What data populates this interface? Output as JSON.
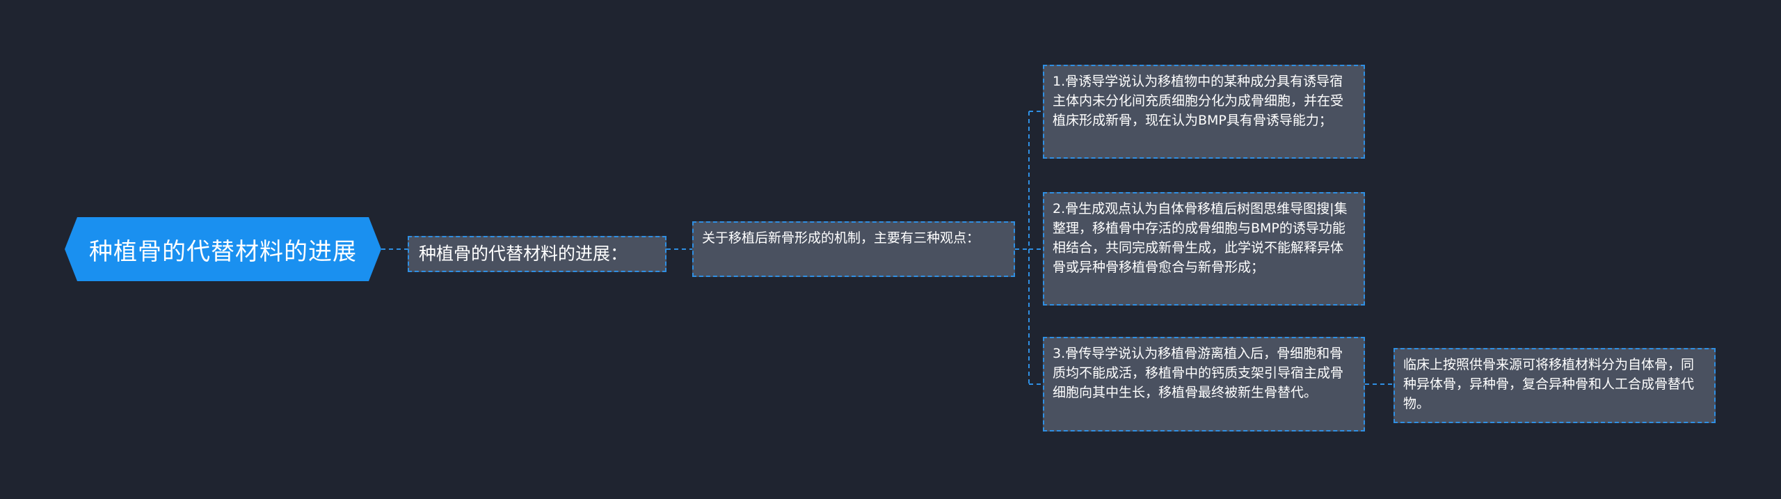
{
  "root": {
    "label": "种植骨的代替材料的进展"
  },
  "branch": {
    "label": "种植骨的代替材料的进展："
  },
  "mechanism": {
    "label": "关于移植后新骨形成的机制，主要有三种观点："
  },
  "views": [
    {
      "text": "1.骨诱导学说认为移植物中的某种成分具有诱导宿主体内未分化间充质细胞分化为成骨细胞，并在受植床形成新骨，现在认为BMP具有骨诱导能力；"
    },
    {
      "text": "2.骨生成观点认为自体骨移植后树图思维导图搜|集整理，移植骨中存活的成骨细胞与BMP的诱导功能相结合，共同完成新骨生成，此学说不能解释异体骨或异种骨移植骨愈合与新骨形成；"
    },
    {
      "text": "3.骨传导学说认为移植骨游离植入后，骨细胞和骨质均不能成活，移植骨中的钙质支架引导宿主成骨细胞向其中生长，移植骨最终被新生骨替代。"
    }
  ],
  "classification": {
    "text": "临床上按照供骨来源可将移植材料分为自体骨，同种异体骨，异种骨，复合异种骨和人工合成骨替代物。"
  },
  "colors": {
    "background": "#1f2430",
    "root_fill": "#1a90f0",
    "node_fill": "#4a5160",
    "connector": "#2f8fe3",
    "text": "#ffffff"
  }
}
